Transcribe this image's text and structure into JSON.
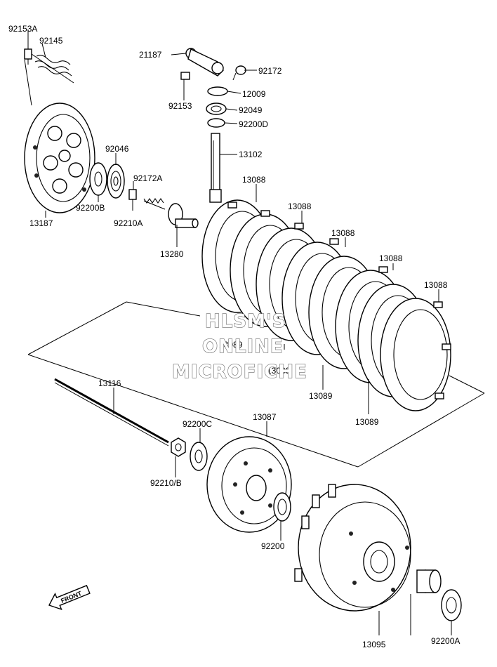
{
  "labels": {
    "p92153A": "92153A",
    "p92145": "92145",
    "p21187": "21187",
    "p92172": "92172",
    "p92153": "92153",
    "p12009": "12009",
    "p92049": "92049",
    "p92200D": "92200D",
    "p13102": "13102",
    "p92046": "92046",
    "p92172A": "92172A",
    "p92200B": "92200B",
    "p92210A": "92210A",
    "p13187": "13187",
    "p13280": "13280",
    "p13088_1": "13088",
    "p13088_2": "13088",
    "p13088_3": "13088",
    "p13088_4": "13088",
    "p13088_5": "13088",
    "p13089_1": "13089",
    "p13089_2": "13089",
    "p13089_3": "13089",
    "p13089_4": "13089",
    "p13116": "13116",
    "p92200C": "92200C",
    "p13087": "13087",
    "p92210B": "92210/B",
    "p92200": "92200",
    "p13095": "13095",
    "p92200A": "92200A"
  },
  "watermark": {
    "line1": "HLSM'S",
    "line2": "ONLINE",
    "line3": "MICROFICHE"
  },
  "front_arrow": {
    "label": "FRONT"
  },
  "colors": {
    "ink": "#000000",
    "watermark_outline": "#6a6a6a",
    "background": "#ffffff"
  }
}
